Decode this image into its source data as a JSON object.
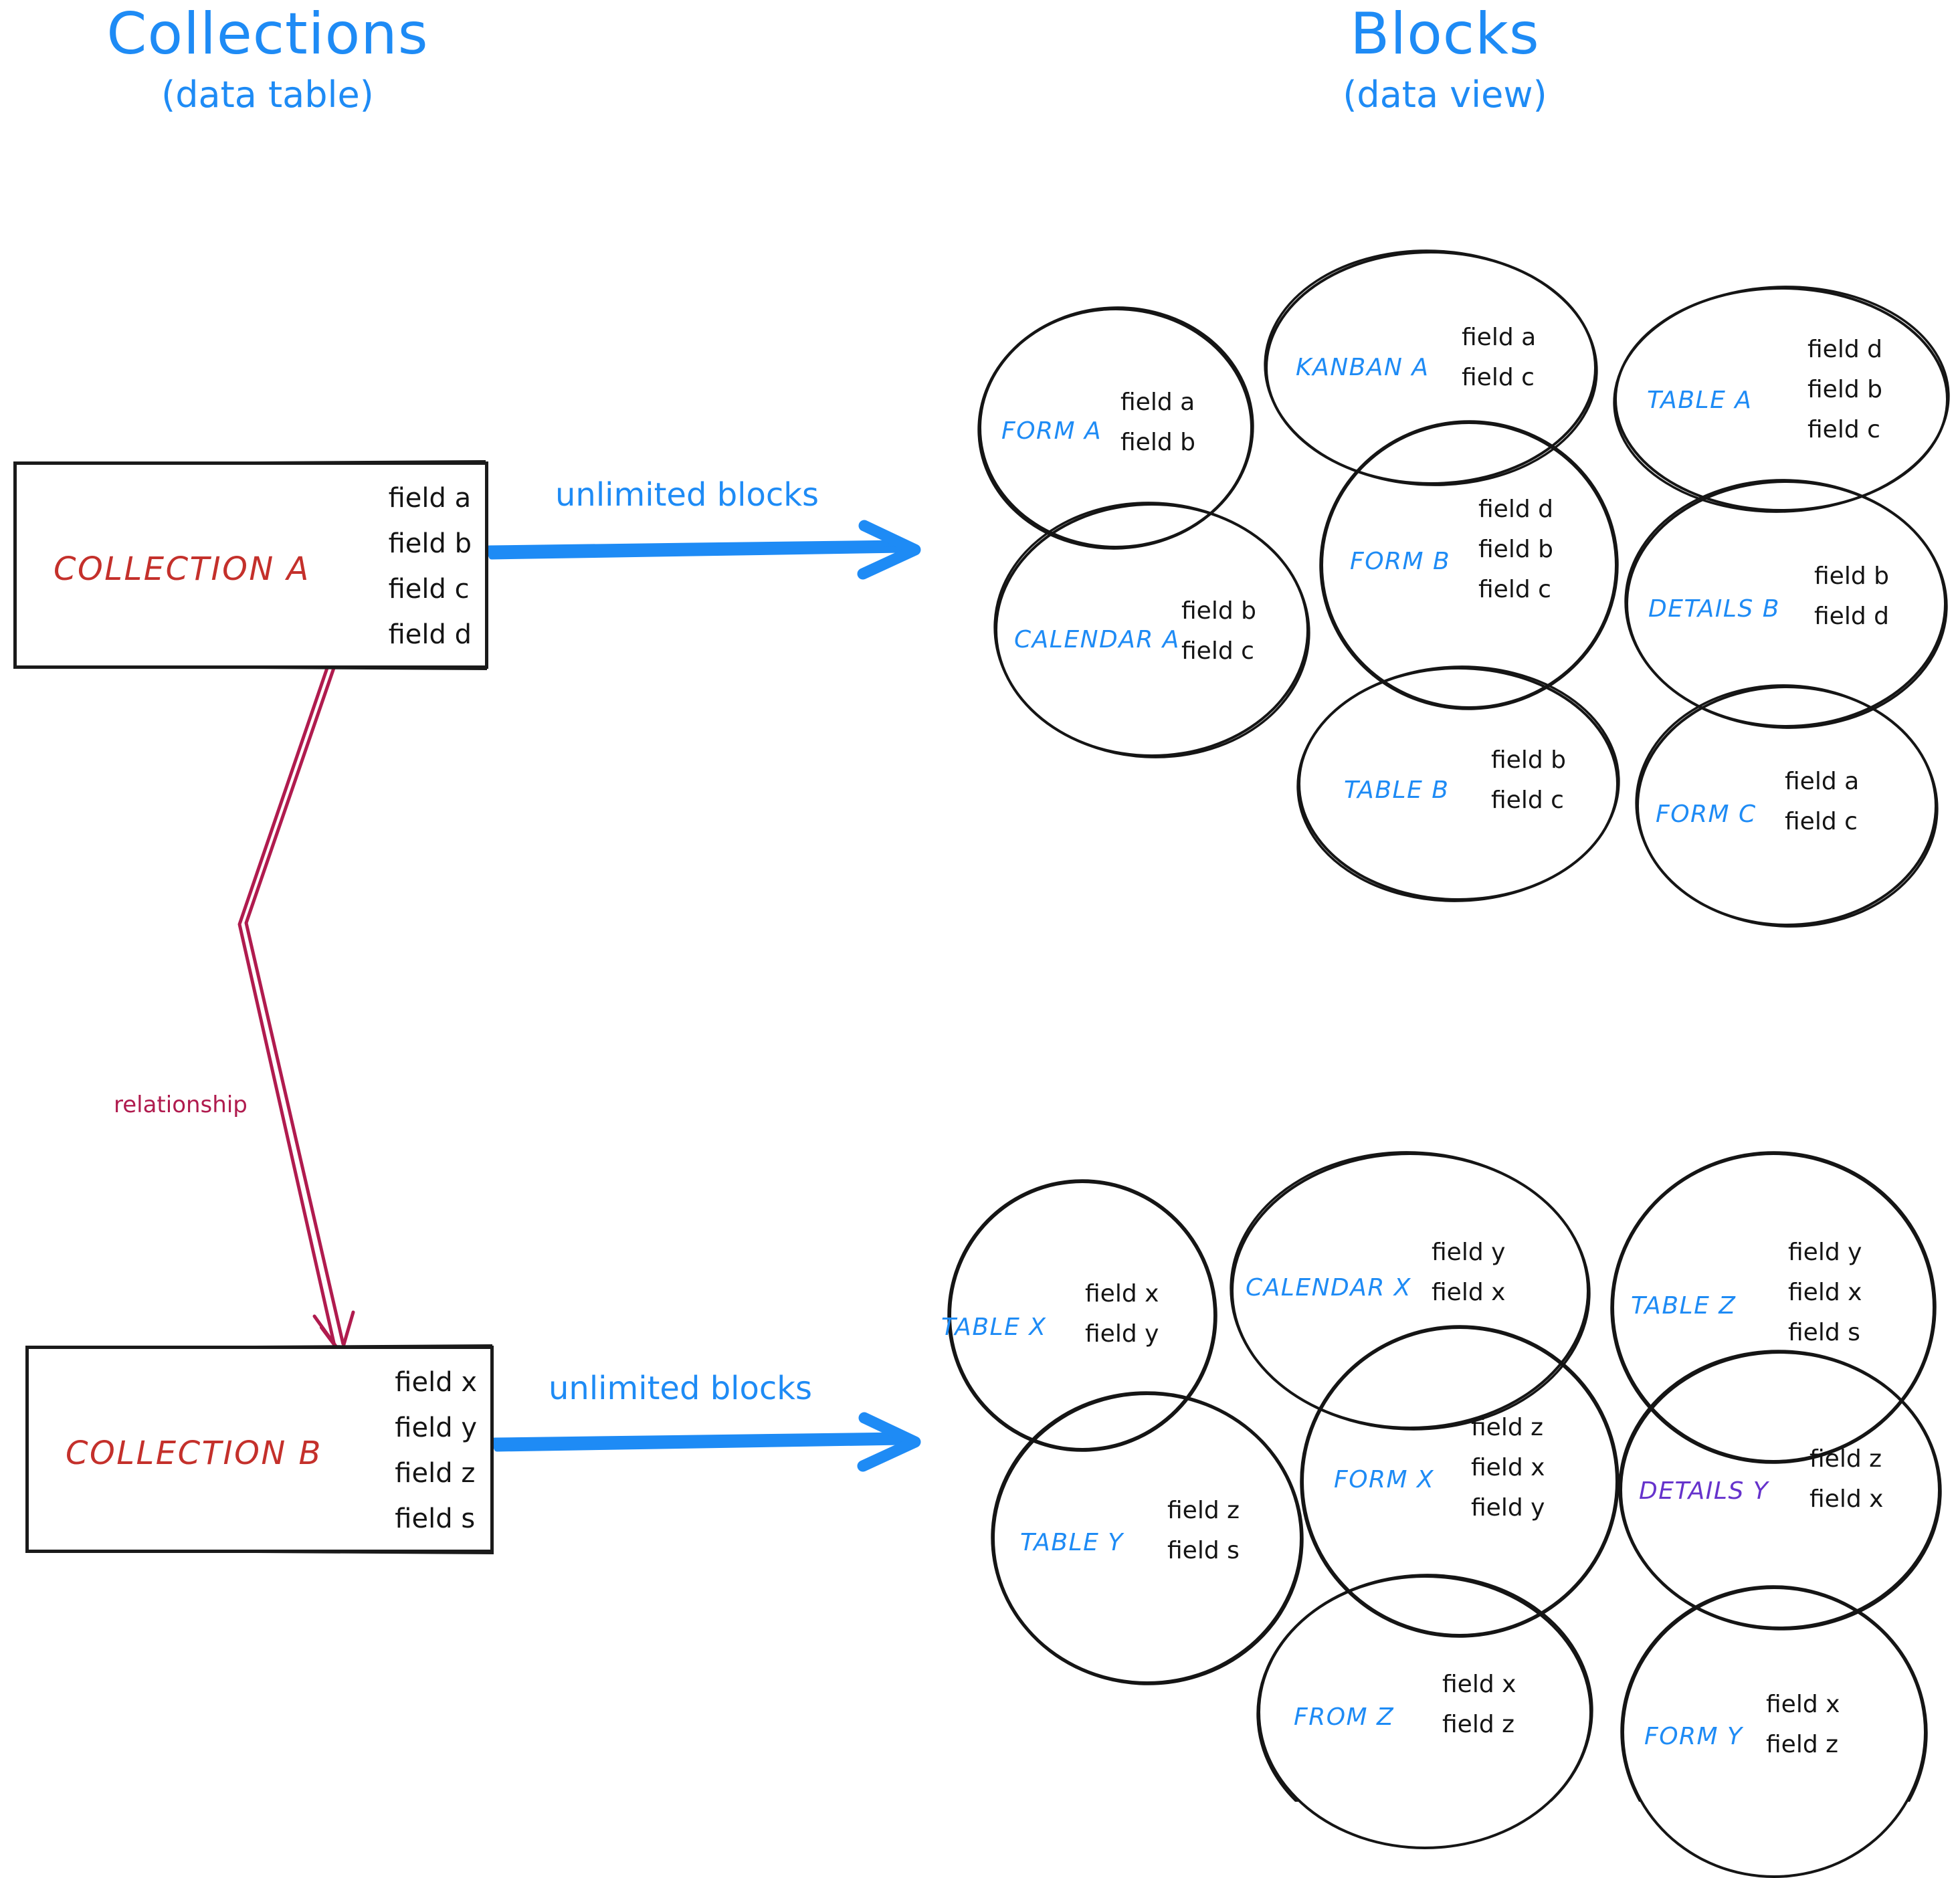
{
  "colors": {
    "blue": "#1e8bf5",
    "red": "#c4302b",
    "crimson": "#b01b4e",
    "purple": "#6633cc",
    "ink": "#151515"
  },
  "headings": {
    "left": {
      "main": "Collections",
      "sub": "(data table)"
    },
    "right": {
      "main": "Blocks",
      "sub": "(data view)"
    }
  },
  "collections": [
    {
      "id": "collection-a",
      "title": "COLLECTION A",
      "fields": [
        "field a",
        "field b",
        "field c",
        "field d"
      ]
    },
    {
      "id": "collection-b",
      "title": "COLLECTION B",
      "fields": [
        "field x",
        "field y",
        "field z",
        "field s"
      ]
    }
  ],
  "arrows": {
    "top_label": "unlimited blocks",
    "bottom_label": "unlimited blocks",
    "relationship_label": "relationship"
  },
  "blocks_top": [
    {
      "title": "FORM A",
      "fields": [
        "field a",
        "field b"
      ],
      "color": "blue"
    },
    {
      "title": "KANBAN A",
      "fields": [
        "field a",
        "field c"
      ],
      "color": "blue"
    },
    {
      "title": "TABLE A",
      "fields": [
        "field d",
        "field b",
        "field c"
      ],
      "color": "blue"
    },
    {
      "title": "CALENDAR A",
      "fields": [
        "field b",
        "field c"
      ],
      "color": "blue"
    },
    {
      "title": "FORM B",
      "fields": [
        "field d",
        "field b",
        "field c"
      ],
      "color": "blue"
    },
    {
      "title": "DETAILS B",
      "fields": [
        "field b",
        "field d"
      ],
      "color": "blue"
    },
    {
      "title": "TABLE B",
      "fields": [
        "field b",
        "field c"
      ],
      "color": "blue"
    },
    {
      "title": "FORM C",
      "fields": [
        "field a",
        "field c"
      ],
      "color": "blue"
    }
  ],
  "blocks_bottom": [
    {
      "title": "TABLE X",
      "fields": [
        "field x",
        "field y"
      ],
      "color": "blue"
    },
    {
      "title": "CALENDAR X",
      "fields": [
        "field y",
        "field x"
      ],
      "color": "blue"
    },
    {
      "title": "TABLE Z",
      "fields": [
        "field y",
        "field x",
        "field s"
      ],
      "color": "blue"
    },
    {
      "title": "TABLE Y",
      "fields": [
        "field z",
        "field s"
      ],
      "color": "blue"
    },
    {
      "title": "FORM X",
      "fields": [
        "field z",
        "field x",
        "field y"
      ],
      "color": "blue"
    },
    {
      "title": "DETAILS Y",
      "fields": [
        "field z",
        "field x"
      ],
      "color": "purple"
    },
    {
      "title": "FROM Z",
      "fields": [
        "field x",
        "field z"
      ],
      "color": "blue"
    },
    {
      "title": "FORM Y",
      "fields": [
        "field x",
        "field z"
      ],
      "color": "blue"
    }
  ]
}
